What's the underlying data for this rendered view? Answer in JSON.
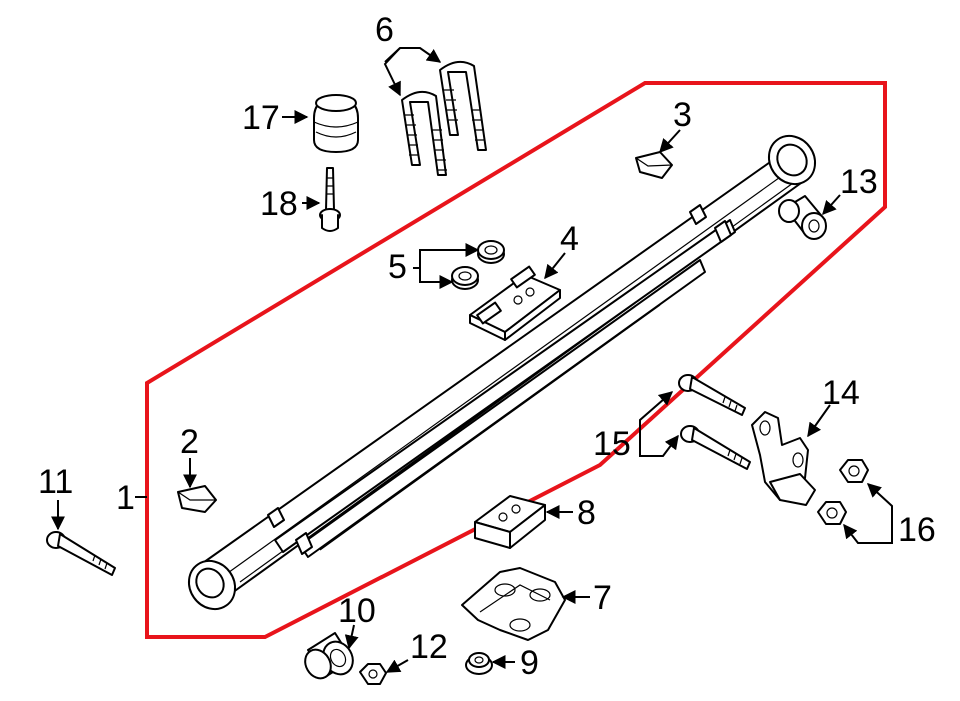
{
  "callouts": {
    "c1": "1",
    "c2": "2",
    "c3": "3",
    "c4": "4",
    "c5": "5",
    "c6": "6",
    "c7": "7",
    "c8": "8",
    "c9": "9",
    "c10": "10",
    "c11": "11",
    "c12": "12",
    "c13": "13",
    "c14": "14",
    "c15": "15",
    "c16": "16",
    "c17": "17",
    "c18": "18"
  },
  "colors": {
    "assembly_outline": "#e8141b",
    "line": "#000000",
    "background": "#ffffff"
  }
}
